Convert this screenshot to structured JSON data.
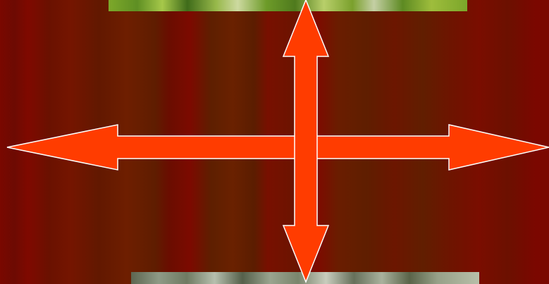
{
  "scene": {
    "background_color": "#6a1400",
    "arrow_fill": "#ff3c00",
    "arrow_stroke": "#ffffff",
    "images": [
      "photo-top",
      "photo-bottom"
    ],
    "arrows": [
      "horizontal-double-arrow",
      "vertical-double-arrow"
    ]
  }
}
